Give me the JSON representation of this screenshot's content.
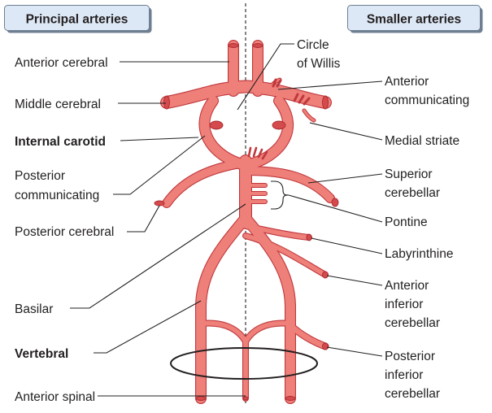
{
  "headers": {
    "left": "Principal arteries",
    "right": "Smaller arteries"
  },
  "labels_left": {
    "anterior_cerebral": "Anterior cerebral",
    "middle_cerebral": "Middle cerebral",
    "internal_carotid": "Internal carotid",
    "posterior_communicating_1": "Posterior",
    "posterior_communicating_2": "communicating",
    "posterior_cerebral": "Posterior cerebral",
    "basilar": "Basilar",
    "vertebral": "Vertebral",
    "anterior_spinal": "Anterior spinal"
  },
  "labels_right": {
    "circle_of_willis_1": "Circle",
    "circle_of_willis_2": "of Willis",
    "anterior_communicating_1": "Anterior",
    "anterior_communicating_2": "communicating",
    "medial_striate": "Medial striate",
    "superior_cerebellar_1": "Superior",
    "superior_cerebellar_2": "cerebellar",
    "pontine": "Pontine",
    "labyrinthine": "Labyrinthine",
    "anterior_inferior_cerebellar_1": "Anterior",
    "anterior_inferior_cerebellar_2": "inferior",
    "anterior_inferior_cerebellar_3": "cerebellar",
    "posterior_inferior_cerebellar_1": "Posterior",
    "posterior_inferior_cerebellar_2": "inferior",
    "posterior_inferior_cerebellar_3": "cerebellar"
  },
  "colors": {
    "artery_fill": "#ee7f79",
    "artery_outline": "#c0383c",
    "header_box": "#dde8f6",
    "text": "#231f20"
  }
}
